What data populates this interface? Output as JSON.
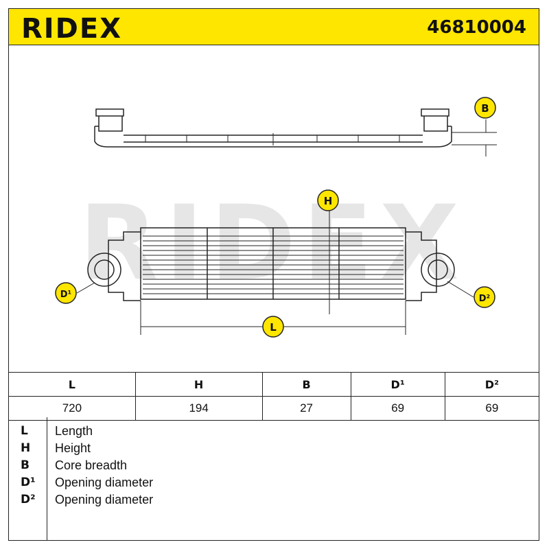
{
  "header": {
    "brand": "RIDEX",
    "part_number": "46810004"
  },
  "watermark": "RIDEX",
  "callouts": {
    "B": "B",
    "H": "H",
    "L": "L",
    "D1": "D¹",
    "D2": "D²"
  },
  "dimensions": {
    "headers": [
      "L",
      "H",
      "B",
      "D¹",
      "D²"
    ],
    "values": [
      "720",
      "194",
      "27",
      "69",
      "69"
    ]
  },
  "legend": [
    {
      "key": "L",
      "label": "Length"
    },
    {
      "key": "H",
      "label": "Height"
    },
    {
      "key": "B",
      "label": "Core breadth"
    },
    {
      "key": "D¹",
      "label": "Opening diameter"
    },
    {
      "key": "D²",
      "label": "Opening diameter"
    }
  ],
  "colors": {
    "accent": "#ffe600",
    "line": "#222222",
    "watermark": "#e6e6e6"
  }
}
